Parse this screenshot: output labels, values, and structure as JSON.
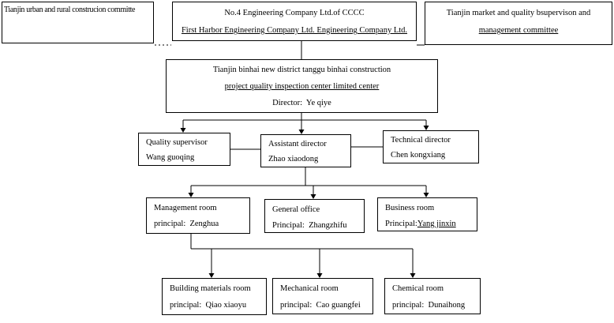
{
  "colors": {
    "line": "#000000",
    "text": "#000000",
    "background": "#ffffff"
  },
  "boxes": {
    "committee": {
      "line1": "Tianjin urban and rural  construcion committe"
    },
    "company": {
      "line1": "No.4 Engineering Company Ltd.of CCCC",
      "line2": "First Harbor Engineering Company Ltd. Engineering Company Ltd."
    },
    "market": {
      "line1": "Tianjin market and quality bsupervison and",
      "line2": "management committee"
    },
    "inspection_center": {
      "line1": "Tianjin binhai new district tanggu binhai construction",
      "line2": "project quality inspection center limited center",
      "line3": "Director:  Ye qiye"
    },
    "quality_supervisor": {
      "line1": "Quality supervisor",
      "line2": "Wang guoqing"
    },
    "assistant_director": {
      "line1": "Assistant director",
      "line2": "Zhao xiaodong"
    },
    "technical_director": {
      "line1": "Technical director",
      "line2": "Chen kongxiang"
    },
    "management_room": {
      "line1": "Management room",
      "line2": "principal:  Zenghua"
    },
    "general_office": {
      "line1": "General office",
      "line2": "Principal:  Zhangzhifu"
    },
    "business_room": {
      "line1": "Business room",
      "line2_prefix": "Principal:",
      "line2_name": "Yang jinxin"
    },
    "building_materials_room": {
      "line1": "Building materials room",
      "line2": "principal:  Qiao xiaoyu"
    },
    "mechanical_room": {
      "line1": "Mechanical room",
      "line2": "principal:  Cao guangfei"
    },
    "chemical_room": {
      "line1": "Chemical room",
      "line2": "principal:  Dunaihong"
    }
  }
}
